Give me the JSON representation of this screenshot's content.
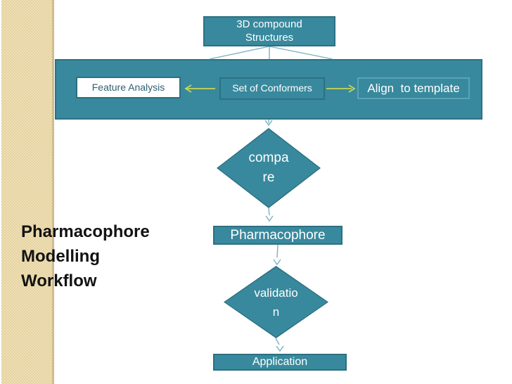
{
  "colors": {
    "teal": "#38899d",
    "teal_dark": "#2d7082",
    "teal_light": "#5aa3b5",
    "white_text": "#ffffff",
    "feature_fill": "#ffffff",
    "feature_text": "#2e606f",
    "connector": "#7ab0c2",
    "arrow_yellow": "#c6d750",
    "strip_base": "#eedfb5",
    "strip_check": "#e5d3a1",
    "strip_edge": "#cfbd90",
    "title_text": "#121212"
  },
  "title": {
    "lines": [
      "Pharmacophore",
      "Modelling",
      "Workflow"
    ]
  },
  "nodes": {
    "compound": {
      "lines": [
        "3D compound",
        "Structures"
      ]
    },
    "feature": {
      "label": "Feature Analysis"
    },
    "conformers": {
      "label": "Set of Conformers"
    },
    "align": {
      "label": "Align  to template"
    },
    "compare": {
      "lines": [
        "compa",
        "re"
      ]
    },
    "pharmacophore": {
      "label": "Pharmacophore"
    },
    "validation": {
      "lines": [
        "validatio",
        "n"
      ]
    },
    "application": {
      "label": "Application"
    }
  }
}
